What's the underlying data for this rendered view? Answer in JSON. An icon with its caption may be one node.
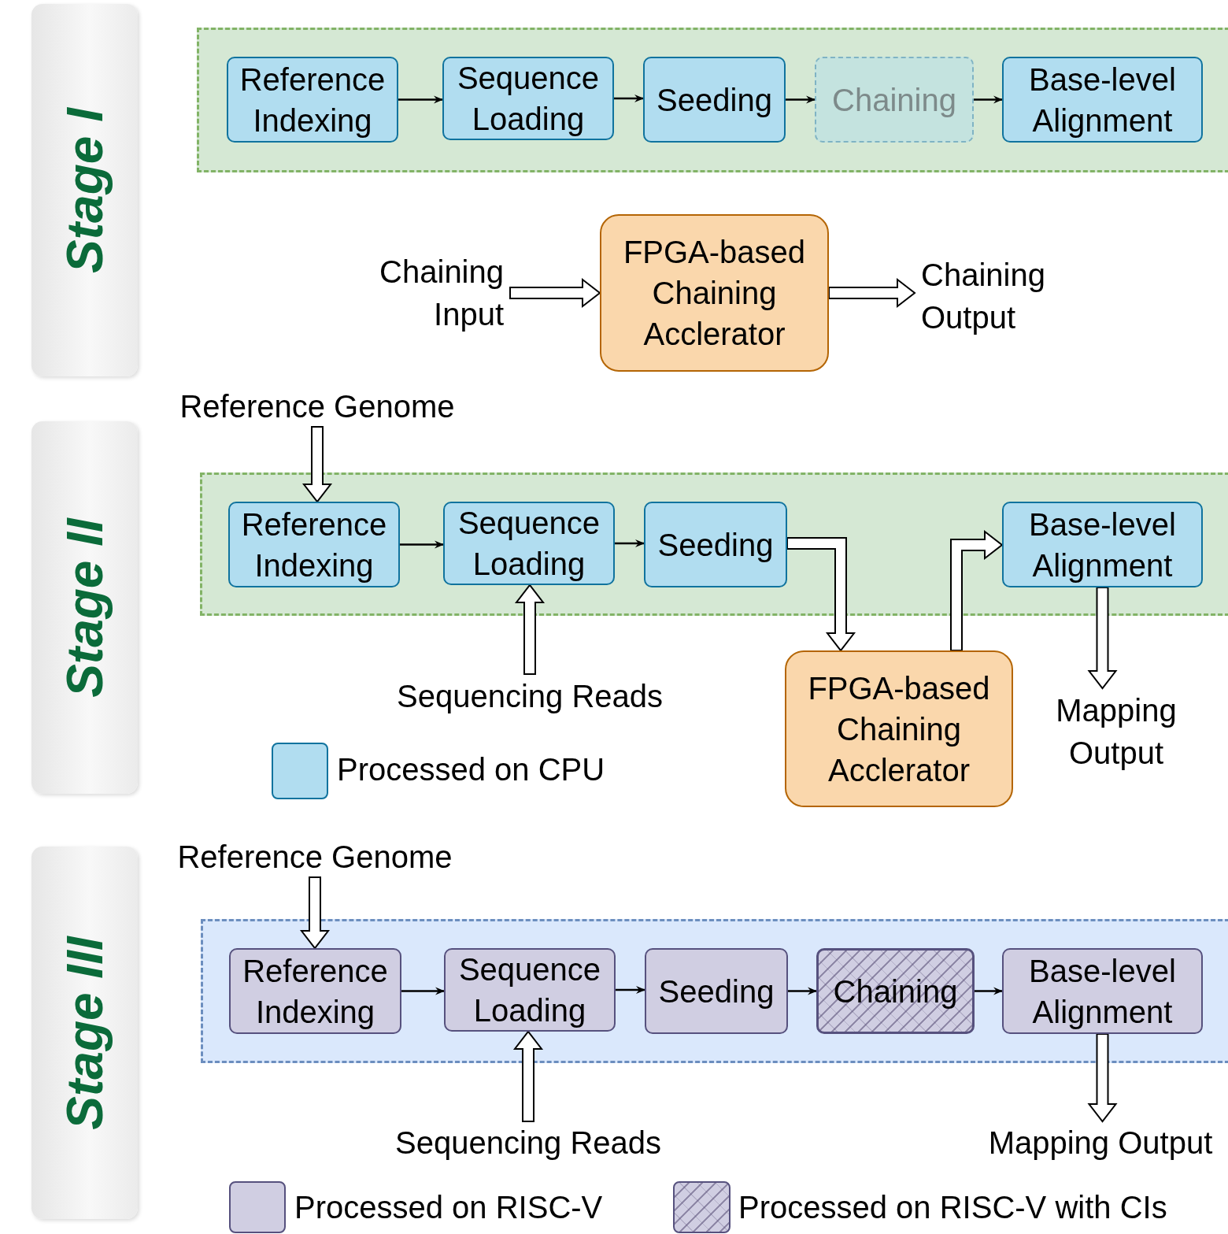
{
  "diagram": {
    "nodes": [
      {
        "text": [
          "Stage I"
        ]
      },
      {
        "text": [],
        "shape": "box"
      },
      {
        "text": [
          "Reference Indexing"
        ],
        "in": 1
      },
      {
        "text": [
          "Sequence Loading"
        ],
        "in": 1
      },
      {
        "text": [
          "Seeding"
        ],
        "in": 1
      },
      {
        "text": [
          "Chaining"
        ],
        "in": 1
      },
      {
        "text": [
          "Base-level Alignment"
        ],
        "in": 1
      },
      {
        "text": [
          "Chaining Input"
        ]
      },
      {
        "text": [
          "FPGA-based Chaining Acclerator"
        ]
      },
      {
        "text": [
          "Chaining Output"
        ]
      },
      {
        "text": [
          "Stage II"
        ]
      },
      {
        "text": [
          "Reference Genome"
        ]
      },
      {
        "text": [],
        "shape": "box"
      },
      {
        "text": [
          "Reference Indexing"
        ],
        "in": 12
      },
      {
        "text": [
          "Sequence Loading"
        ],
        "in": 12
      },
      {
        "text": [
          "Seeding"
        ],
        "in": 12
      },
      {
        "text": [
          "Base-level Alignment"
        ],
        "in": 12
      },
      {
        "text": [
          "Sequencing Reads"
        ]
      },
      {
        "text": [
          "FPGA-based Chaining Acclerator"
        ]
      },
      {
        "text": [
          "Mapping Output"
        ]
      },
      {
        "text": [
          "Stage III"
        ]
      },
      {
        "text": [
          "Reference Genome"
        ]
      },
      {
        "text": [],
        "shape": "box"
      },
      {
        "text": [
          "Reference Indexing"
        ],
        "in": 22
      },
      {
        "text": [
          "Sequence Loading"
        ],
        "in": 22
      },
      {
        "text": [
          "Seeding"
        ],
        "in": 22
      },
      {
        "text": [
          "Chaining"
        ],
        "in": 22
      },
      {
        "text": [
          "Base-level Alignment"
        ],
        "in": 22
      },
      {
        "text": [
          "Sequencing Reads"
        ]
      },
      {
        "text": [
          "Mapping Output"
        ]
      }
    ],
    "edges": [
      {
        "from": 2,
        "to": 3,
        "arrow": "to"
      },
      {
        "from": 3,
        "to": 4,
        "arrow": "to"
      },
      {
        "from": 4,
        "to": 5,
        "arrow": "to"
      },
      {
        "from": 5,
        "to": 6,
        "arrow": "to"
      },
      {
        "from": 7,
        "to": 8,
        "arrow": "to",
        "style": "thick"
      },
      {
        "from": 8,
        "to": 9,
        "arrow": "to",
        "style": "thick"
      },
      {
        "from": 11,
        "to": 13,
        "arrow": "to",
        "style": "thick"
      },
      {
        "from": 13,
        "to": 14,
        "arrow": "to"
      },
      {
        "from": 14,
        "to": 15,
        "arrow": "to"
      },
      {
        "from": 15,
        "to": 18,
        "arrow": "to",
        "style": "thick"
      },
      {
        "from": 18,
        "to": 16,
        "arrow": "to",
        "style": "thick"
      },
      {
        "from": 17,
        "to": 14,
        "arrow": "to",
        "style": "thick"
      },
      {
        "from": 16,
        "to": 19,
        "arrow": "to",
        "style": "thick"
      },
      {
        "from": 21,
        "to": 23,
        "arrow": "to",
        "style": "thick"
      },
      {
        "from": 23,
        "to": 24,
        "arrow": "to"
      },
      {
        "from": 24,
        "to": 25,
        "arrow": "to"
      },
      {
        "from": 25,
        "to": 26,
        "arrow": "to"
      },
      {
        "from": 26,
        "to": 27,
        "arrow": "to"
      },
      {
        "from": 28,
        "to": 24,
        "arrow": "to",
        "style": "thick"
      },
      {
        "from": 27,
        "to": 29,
        "arrow": "to",
        "style": "thick"
      }
    ],
    "legend": [
      {
        "text": "Processed on CPU",
        "color": "#b1ddf0"
      },
      {
        "text": "Processed on RISC-V",
        "color": "#d0cee2"
      },
      {
        "text": "Processed on RISC-V with CIs"
      }
    ]
  }
}
